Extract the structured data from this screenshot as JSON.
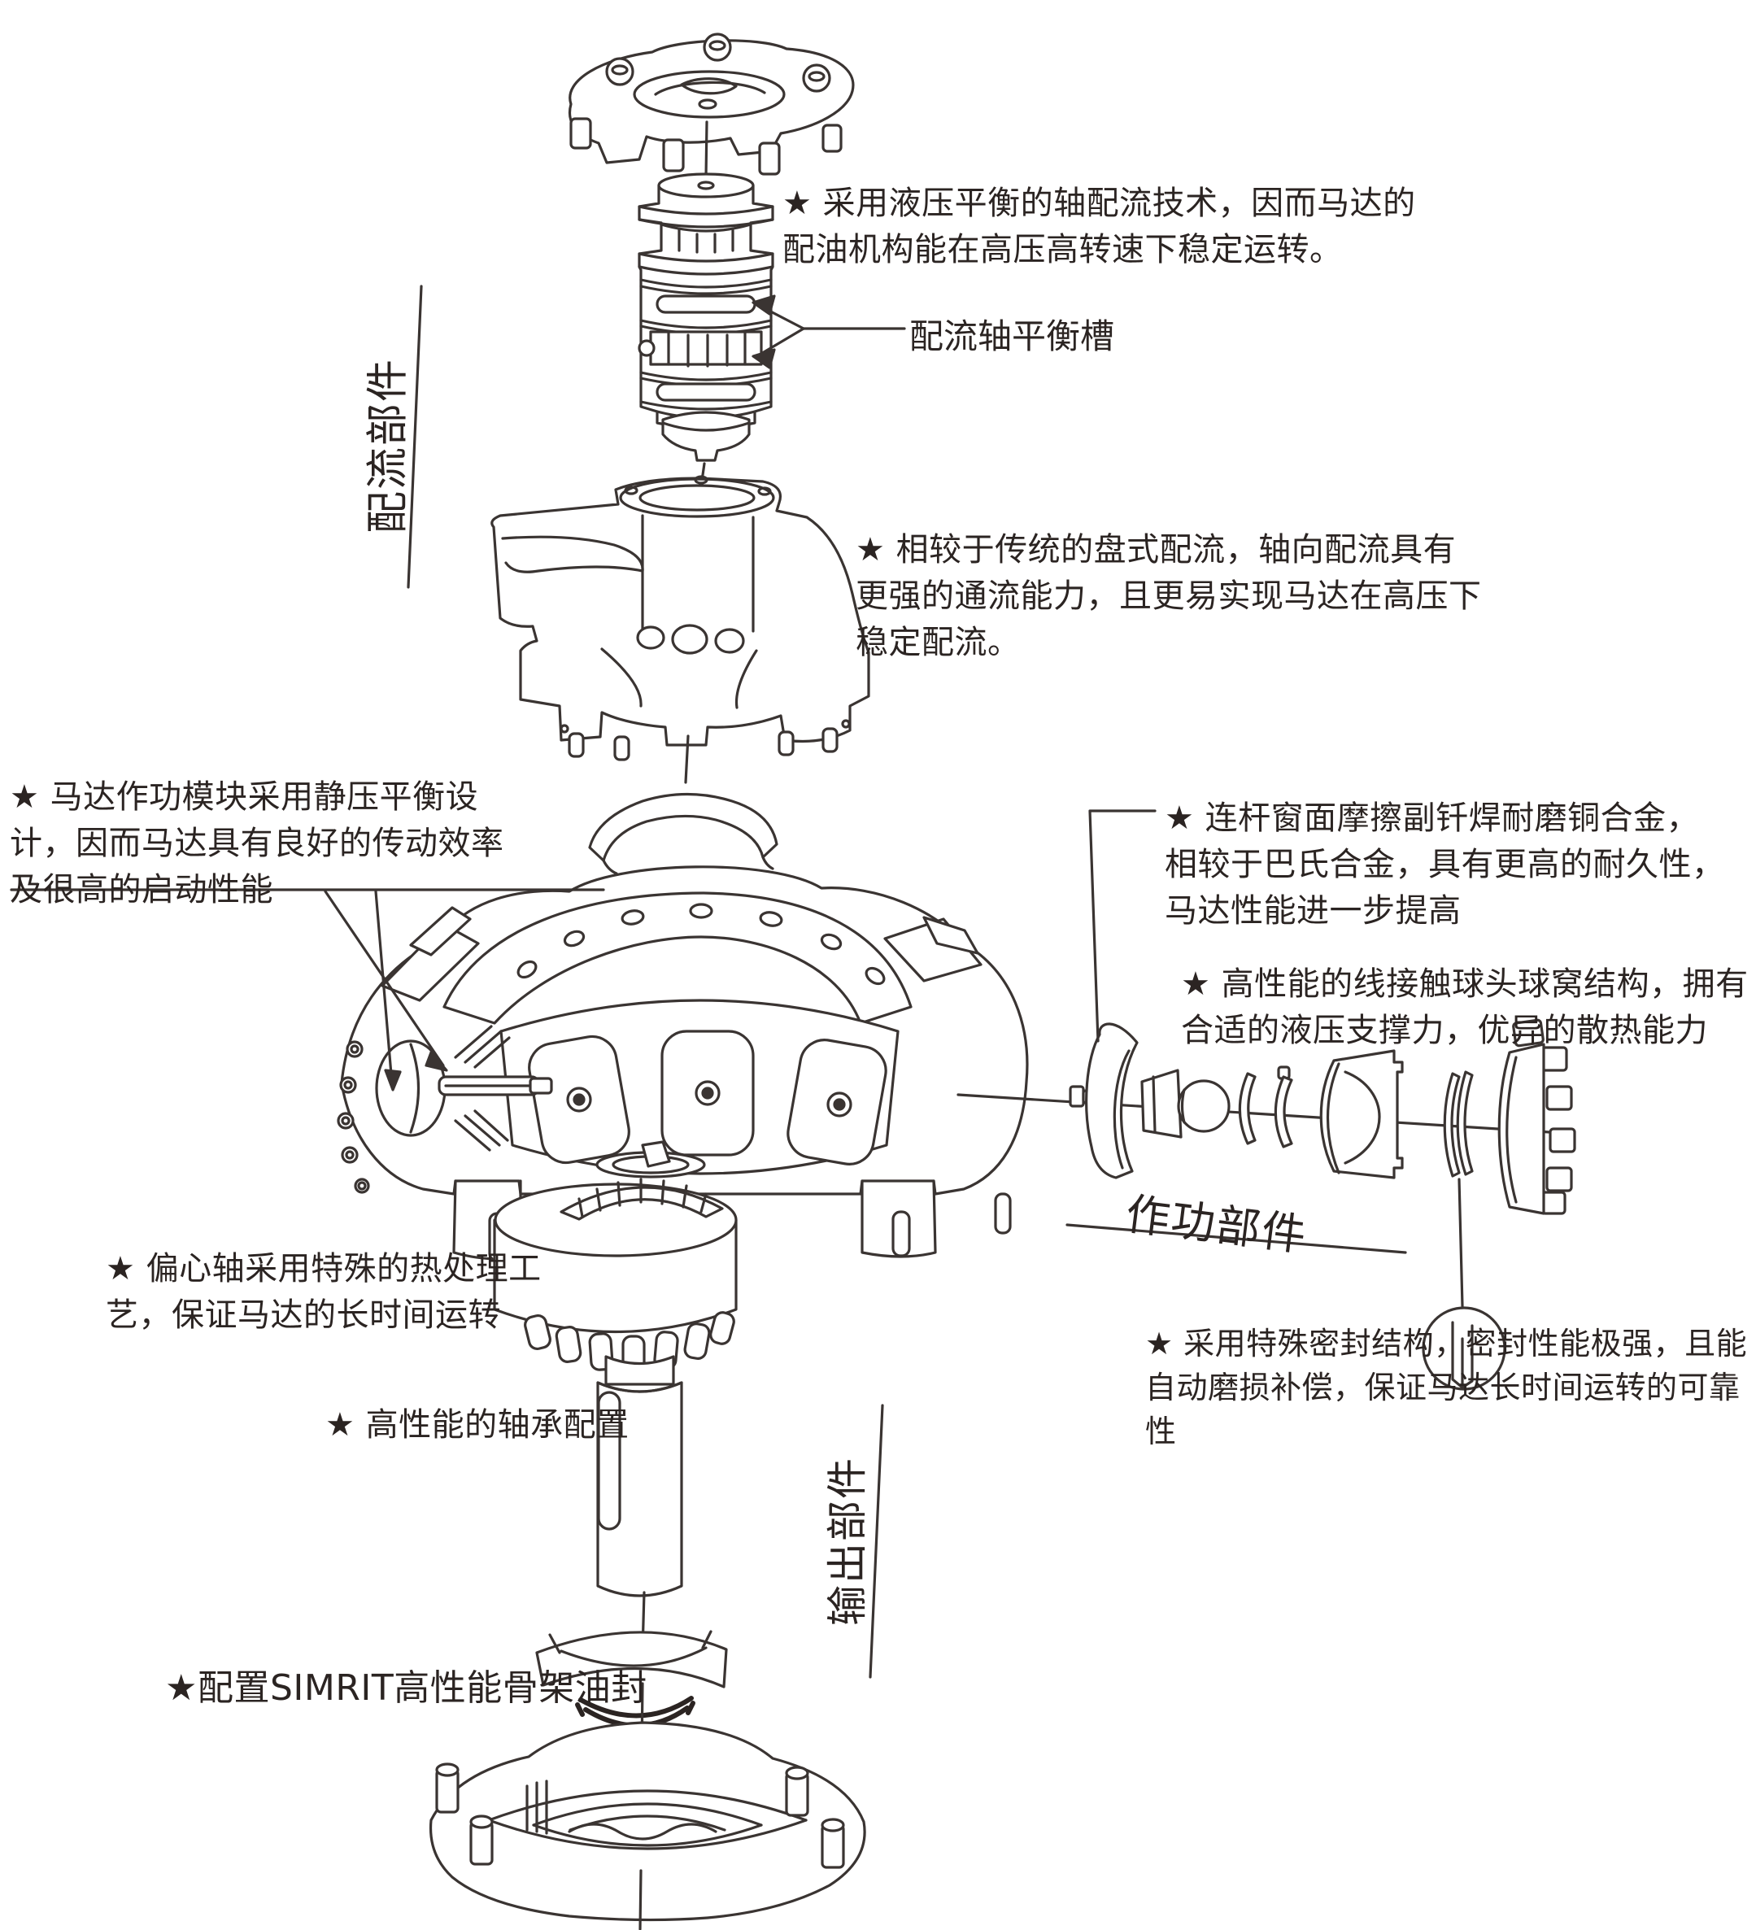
{
  "labels": {
    "distribution_section": "配流部件",
    "working_section": "作功部件",
    "output_section": "输出部件",
    "balance_groove": "配流轴平衡槽"
  },
  "annotations": {
    "axial_valve": "★  采用液压平衡的轴配流技术，因而马达的\n配油机构能在高压高转速下稳定运转。",
    "axial_vs_disc": "★  相较于传统的盘式配流，轴向配流具有\n更强的通流能力，且更易实现马达在高压下\n稳定配流。",
    "hydrostatic": "★  马达作功模块采用静压平衡设\n计，因而马达具有良好的传动效率\n及很高的启动性能",
    "rod_window": "★  连杆窗面摩擦副钎焊耐磨铜合金，\n相较于巴氏合金，具有更高的耐久性，\n马达性能进一步提高",
    "ball_socket": "★  高性能的线接触球头球窝结构，拥有\n合适的液压支撑力，优异的散热能力",
    "eccentric_shaft": "★ 偏心轴采用特殊的热处理工\n艺，保证马达的长时间运转",
    "seal": "★  采用特殊密封结构，密封性能极强，且能\n自动磨损补偿，保证马达长时间运转的可靠性",
    "bearing": "★ 高性能的轴承配置",
    "simrit": "★配置SIMRIT高性能骨架油封"
  },
  "colors": {
    "ink": "#2b2422",
    "line": "#3a3432",
    "background": "#ffffff"
  }
}
